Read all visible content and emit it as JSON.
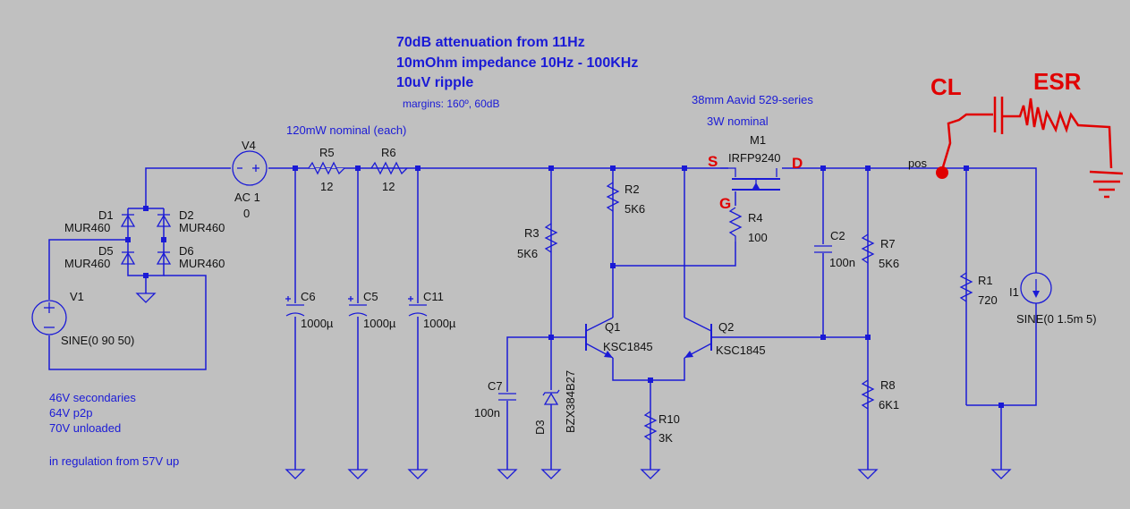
{
  "header": {
    "line1": "70dB attenuation from 11Hz",
    "line2": "10mOhm impedance 10Hz - 100KHz",
    "line3": "10uV ripple",
    "margins": "margins: 160º, 60dB"
  },
  "notes": {
    "resistor_power": "120mW nominal (each)",
    "heatsink": "38mm Aavid 529-series",
    "power_nominal": "3W nominal",
    "sec1": "46V secondaries",
    "sec2": "64V p2p",
    "sec3": "70V unloaded",
    "sec4": "in regulation from 57V up"
  },
  "sources": {
    "v4_name": "V4",
    "v4_value1": "AC 1",
    "v4_value2": "0",
    "v1_name": "V1",
    "v1_value": "SINE(0 90 50)",
    "i1_name": "I1",
    "i1_value": "SINE(0 1.5m 5)"
  },
  "diodes": {
    "d1": "D1",
    "d2": "D2",
    "d5": "D5",
    "d6": "D6",
    "part": "MUR460",
    "d3": "D3",
    "d3_part": "BZX384B27"
  },
  "resistors": {
    "r5": "R5",
    "r5_val": "12",
    "r6": "R6",
    "r6_val": "12",
    "r2": "R2",
    "r2_val": "5K6",
    "r3": "R3",
    "r3_val": "5K6",
    "r4": "R4",
    "r4_val": "100",
    "r7": "R7",
    "r7_val": "5K6",
    "r8": "R8",
    "r8_val": "6K1",
    "r10": "R10",
    "r10_val": "3K",
    "r1": "R1",
    "r1_val": "720"
  },
  "capacitors": {
    "c6": "C6",
    "c6_val": "1000µ",
    "c5": "C5",
    "c5_val": "1000µ",
    "c11": "C11",
    "c11_val": "1000µ",
    "c7": "C7",
    "c7_val": "100n",
    "c2": "C2",
    "c2_val": "100n"
  },
  "transistors": {
    "q1": "Q1",
    "q1_part": "KSC1845",
    "q2": "Q2",
    "q2_part": "KSC1845",
    "m1": "M1",
    "m1_part": "IRFP9240"
  },
  "net": {
    "pos": "pos"
  },
  "annotations": {
    "s": "S",
    "g": "G",
    "d": "D",
    "cl": "CL",
    "esr": "ESR",
    "color": "#e00000"
  },
  "colors": {
    "background": "#c0c0c0",
    "wire": "#1a1ad6",
    "text": "#111111"
  }
}
